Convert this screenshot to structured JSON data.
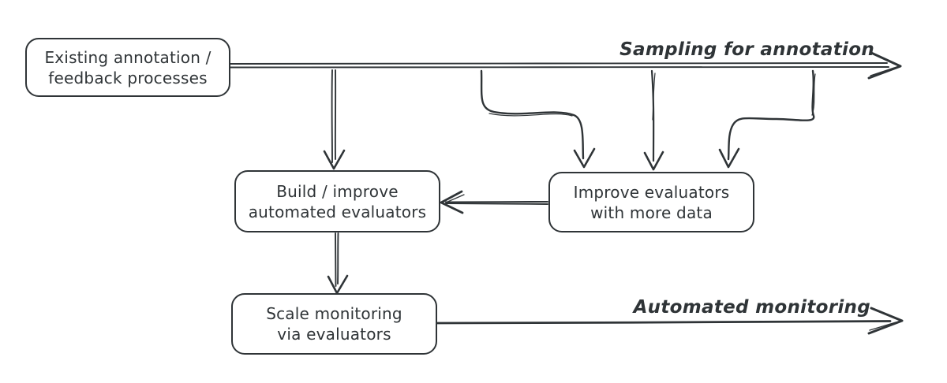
{
  "diagram": {
    "nodes": [
      {
        "id": "existing-annotation",
        "lines": [
          "Existing annotation /",
          "feedback processes"
        ]
      },
      {
        "id": "build-improve",
        "lines": [
          "Build / improve",
          "automated evaluators"
        ]
      },
      {
        "id": "improve-evaluators",
        "lines": [
          "Improve evaluators",
          "with more data"
        ]
      },
      {
        "id": "scale-monitoring",
        "lines": [
          "Scale monitoring",
          "via evaluators"
        ]
      }
    ],
    "labels": [
      {
        "id": "sampling",
        "text": "Sampling for annotation"
      },
      {
        "id": "monitoring",
        "text": "Automated monitoring"
      }
    ],
    "edges": [
      {
        "id": "sampling-line",
        "from": "existing-annotation",
        "to": "right-edge",
        "label": "Sampling for annotation",
        "style": "double-line-arrow-right"
      },
      {
        "id": "drop-to-build",
        "from": "sampling-line",
        "to": "build-improve",
        "style": "double-line-arrow-down"
      },
      {
        "id": "drop-curve-left",
        "from": "sampling-line",
        "to": "improve-evaluators",
        "style": "s-curve-arrow-down"
      },
      {
        "id": "drop-straight",
        "from": "sampling-line",
        "to": "improve-evaluators",
        "style": "line-arrow-down"
      },
      {
        "id": "drop-curve-right",
        "from": "sampling-line",
        "to": "improve-evaluators",
        "style": "s-curve-arrow-down"
      },
      {
        "id": "improve-to-build",
        "from": "improve-evaluators",
        "to": "build-improve",
        "style": "double-line-arrow-left"
      },
      {
        "id": "build-to-scale",
        "from": "build-improve",
        "to": "scale-monitoring",
        "style": "double-line-arrow-down"
      },
      {
        "id": "automated-monitoring",
        "from": "scale-monitoring",
        "to": "right-edge",
        "label": "Automated monitoring",
        "style": "line-arrow-right"
      }
    ],
    "colors": {
      "stroke": "#2f3437",
      "background": "#ffffff"
    }
  }
}
